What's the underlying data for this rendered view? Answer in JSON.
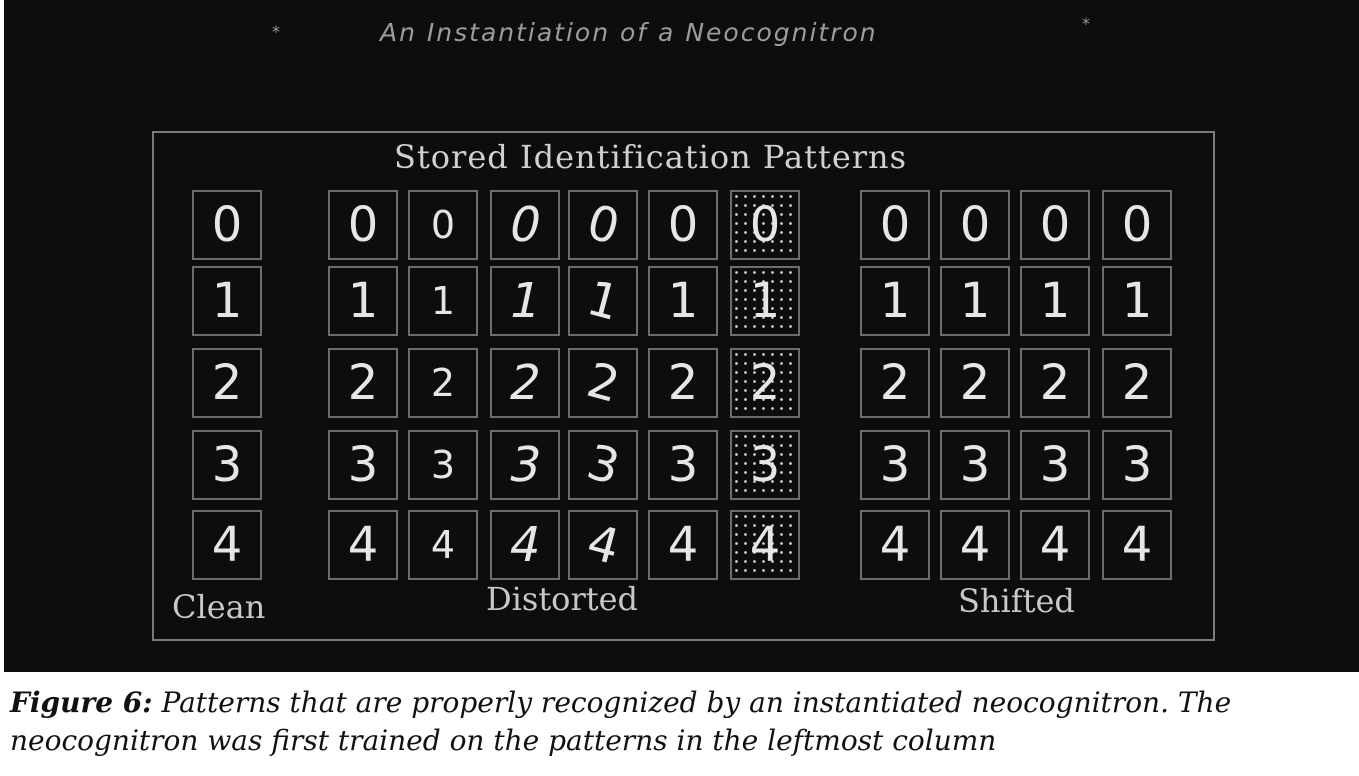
{
  "screen": {
    "title": "An Instantiation of a Neocognitron",
    "star_glyph": "*"
  },
  "panel": {
    "title": "Stored Identification Patterns",
    "labels": {
      "clean": "Clean",
      "distorted": "Distorted",
      "shifted": "Shifted"
    }
  },
  "digits": [
    "0",
    "1",
    "2",
    "3",
    "4"
  ],
  "caption": {
    "figure": "Figure 6:",
    "text": "Patterns that are properly recognized by an instantiated neocognitron. The neocognitron was first trained on the patterns in the leftmost column"
  }
}
